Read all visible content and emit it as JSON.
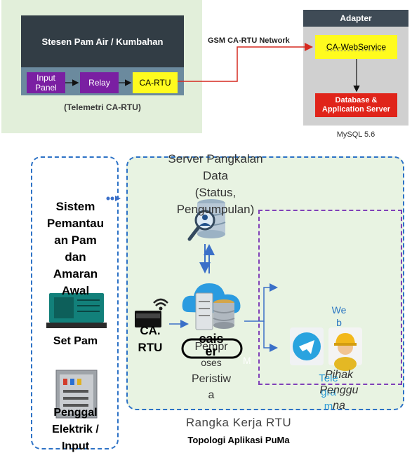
{
  "top_diagram": {
    "station_title": "Stesen Pam Air / Kumbahan",
    "input_panel": "Input Panel",
    "relay": "Relay",
    "ca_rtu": "CA-RTU",
    "telemetri_caption": "(Telemetri CA-RTU)",
    "network_label": "GSM CA-RTU Network",
    "adapter_title": "Adapter",
    "web_service": "CA-WebService",
    "db_server_line1": "Database &",
    "db_server_line2": "Application Server",
    "mysql": "MySQL 5.6"
  },
  "framework": {
    "left_title_lines": [
      "Sistem",
      "Pemantau",
      "an Pam",
      "dan",
      "Amaran",
      "Awal"
    ],
    "set_pam": "Set Pam",
    "penggal_lines": [
      "Penggal",
      "Elektrik /",
      "Input"
    ],
    "server_lines": [
      "Server Pangkalan",
      "Data",
      "(Status,",
      "Pengumpulan)"
    ],
    "ca_rtu_lines": [
      "CA.",
      "RTU"
    ],
    "pemproses_lines": [
      "Pempr",
      "oses",
      "Peristiw",
      "a"
    ],
    "caiser_lines": [
      "cais",
      "er"
    ],
    "sm_fragment": "M",
    "web_lines": [
      "We",
      "b"
    ],
    "tele_lines": [
      "Tele",
      "gra",
      "m"
    ],
    "pihak_lines": [
      "Pihak",
      "Penggu",
      "na"
    ],
    "caption": "Rangka Kerja RTU",
    "subcaption": "Topologi Aplikasi PuMa"
  },
  "colors": {
    "panel_green": "#e2efda",
    "dark_station": "#323d45",
    "purple": "#7a1fa2",
    "yellow": "#fffb1e",
    "red": "#e0241a",
    "blue_dash": "#2d72c6",
    "purple_dash": "#8040b8",
    "arrow_red": "#d62a20",
    "arrow_blue": "#3a6fc8"
  }
}
